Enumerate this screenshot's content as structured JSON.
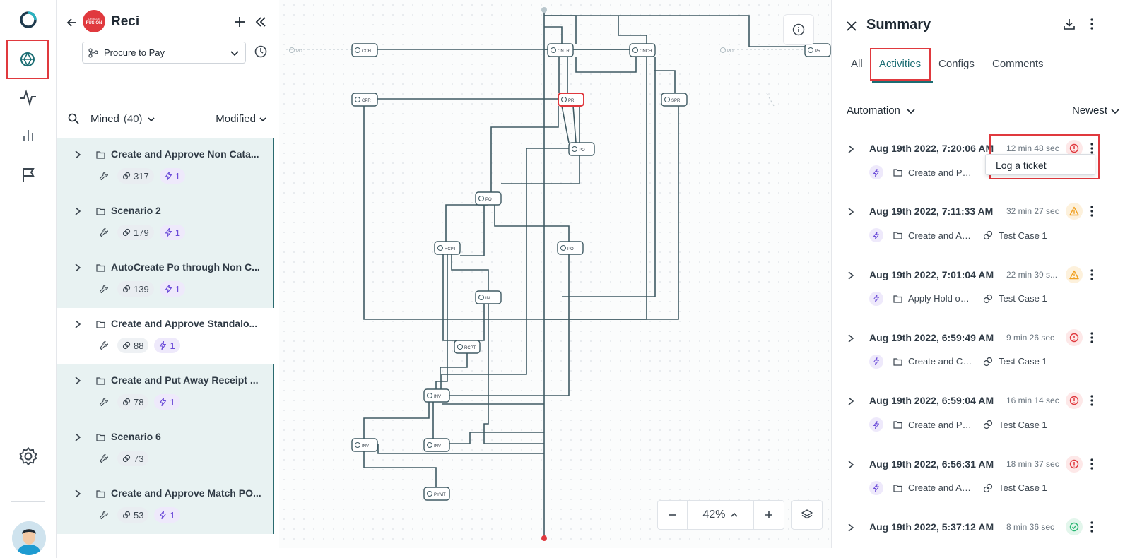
{
  "app": {
    "title": "Reci",
    "brand_top": "ORACLE",
    "brand_main": "FUSION"
  },
  "process_select": {
    "value": "Procure to Pay"
  },
  "filter": {
    "mined_label": "Mined",
    "mined_count": "(40)",
    "sort_label": "Modified"
  },
  "scenarios": [
    {
      "name": "Create and Approve Non Cata...",
      "count": "317",
      "auto": "1",
      "highlighted": true
    },
    {
      "name": "Scenario 2",
      "count": "179",
      "auto": "1",
      "highlighted": true
    },
    {
      "name": "AutoCreate Po through Non C...",
      "count": "139",
      "auto": "1",
      "highlighted": true
    },
    {
      "name": "Create and Approve Standalo...",
      "count": "88",
      "auto": "1",
      "highlighted": false
    },
    {
      "name": "Create and Put Away Receipt ...",
      "count": "78",
      "auto": "1",
      "highlighted": true
    },
    {
      "name": "Scenario 6",
      "count": "73",
      "auto": "",
      "highlighted": true
    },
    {
      "name": "Create and Approve Match PO...",
      "count": "53",
      "auto": "1",
      "highlighted": true
    }
  ],
  "canvas": {
    "zoom": "42%"
  },
  "summary": {
    "title": "Summary",
    "tabs": [
      "All",
      "Activities",
      "Configs",
      "Comments"
    ],
    "active_tab": "Activities",
    "filter_label": "Automation",
    "sort_label": "Newest",
    "tooltip": "Log a ticket",
    "activities": [
      {
        "date": "Aug 19th 2022, 7:20:06 AM",
        "duration": "12 min 48 sec",
        "status": "error",
        "scenario": "Create and Put...",
        "testcase": ""
      },
      {
        "date": "Aug 19th 2022, 7:11:33 AM",
        "duration": "32 min 27 sec",
        "status": "warning",
        "scenario": "Create and Ap...",
        "testcase": "Test Case 1"
      },
      {
        "date": "Aug 19th 2022, 7:01:04 AM",
        "duration": "22 min 39 s...",
        "status": "warning",
        "scenario": "Apply Hold on ...",
        "testcase": "Test Case 1"
      },
      {
        "date": "Aug 19th 2022, 6:59:49 AM",
        "duration": "9 min 26 sec",
        "status": "error",
        "scenario": "Create and Ca...",
        "testcase": "Test Case 1"
      },
      {
        "date": "Aug 19th 2022, 6:59:04 AM",
        "duration": "16 min 14 sec",
        "status": "error",
        "scenario": "Create and Put...",
        "testcase": "Test Case 1"
      },
      {
        "date": "Aug 19th 2022, 6:56:31 AM",
        "duration": "18 min 37 sec",
        "status": "error",
        "scenario": "Create and Ap...",
        "testcase": "Test Case 1"
      },
      {
        "date": "Aug 19th 2022, 5:37:12 AM",
        "duration": "8 min 36 sec",
        "status": "success",
        "scenario": "",
        "testcase": ""
      }
    ]
  },
  "flow_nodes": [
    "CCH",
    "CNTR",
    "CNCH",
    "CPR",
    "SPR",
    "PR",
    "PR",
    "PO",
    "PO",
    "RCPT",
    "PO",
    "IN",
    "RCPT",
    "INV",
    "INV",
    "INV",
    "PYMT",
    "PO",
    "PO"
  ],
  "colors": {
    "accent": "#1b6d73",
    "highlight": "#e0393e",
    "error": "#e0393e",
    "warning": "#f0a020",
    "success": "#2bb673",
    "automation": "#6b4bd8"
  },
  "icons": {
    "logo": "ring-logo-icon",
    "nav": [
      "process-map-icon",
      "activity-pulse-icon",
      "bar-chart-icon",
      "flag-icon"
    ],
    "settings": "gear-icon"
  }
}
